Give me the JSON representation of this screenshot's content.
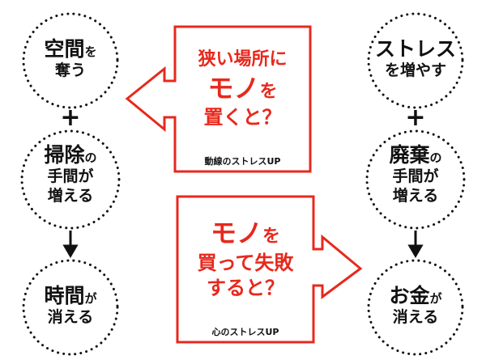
{
  "left_column": {
    "c1": {
      "l1": "空間",
      "l1s": "を",
      "l2": "奪う"
    },
    "op1": "+",
    "c2": {
      "l1": "掃除",
      "l1s": "の",
      "l2": "手間が",
      "l3": "増える"
    },
    "c3": {
      "l1": "時間",
      "l1s": "が",
      "l2": "消える"
    }
  },
  "right_column": {
    "c1": {
      "l1": "ストレス",
      "l2": "を増やす"
    },
    "op1": "+",
    "c2": {
      "l1": "廃棄",
      "l1s": "の",
      "l2": "手間が",
      "l3": "増える"
    },
    "c3": {
      "l1": "お金",
      "l1s": "が",
      "l2": "消える"
    }
  },
  "top_box": {
    "l1": "狭い場所に",
    "l2": "モノ",
    "l2s": "を",
    "l3": "置くと？",
    "caption": "動線のストレスUP"
  },
  "bottom_box": {
    "l1": "モノ",
    "l1s": "を",
    "l2": "買って失敗",
    "l3": "すると？",
    "caption": "心のストレスUP"
  },
  "colors": {
    "accent": "#e8281c",
    "text": "#111111"
  }
}
